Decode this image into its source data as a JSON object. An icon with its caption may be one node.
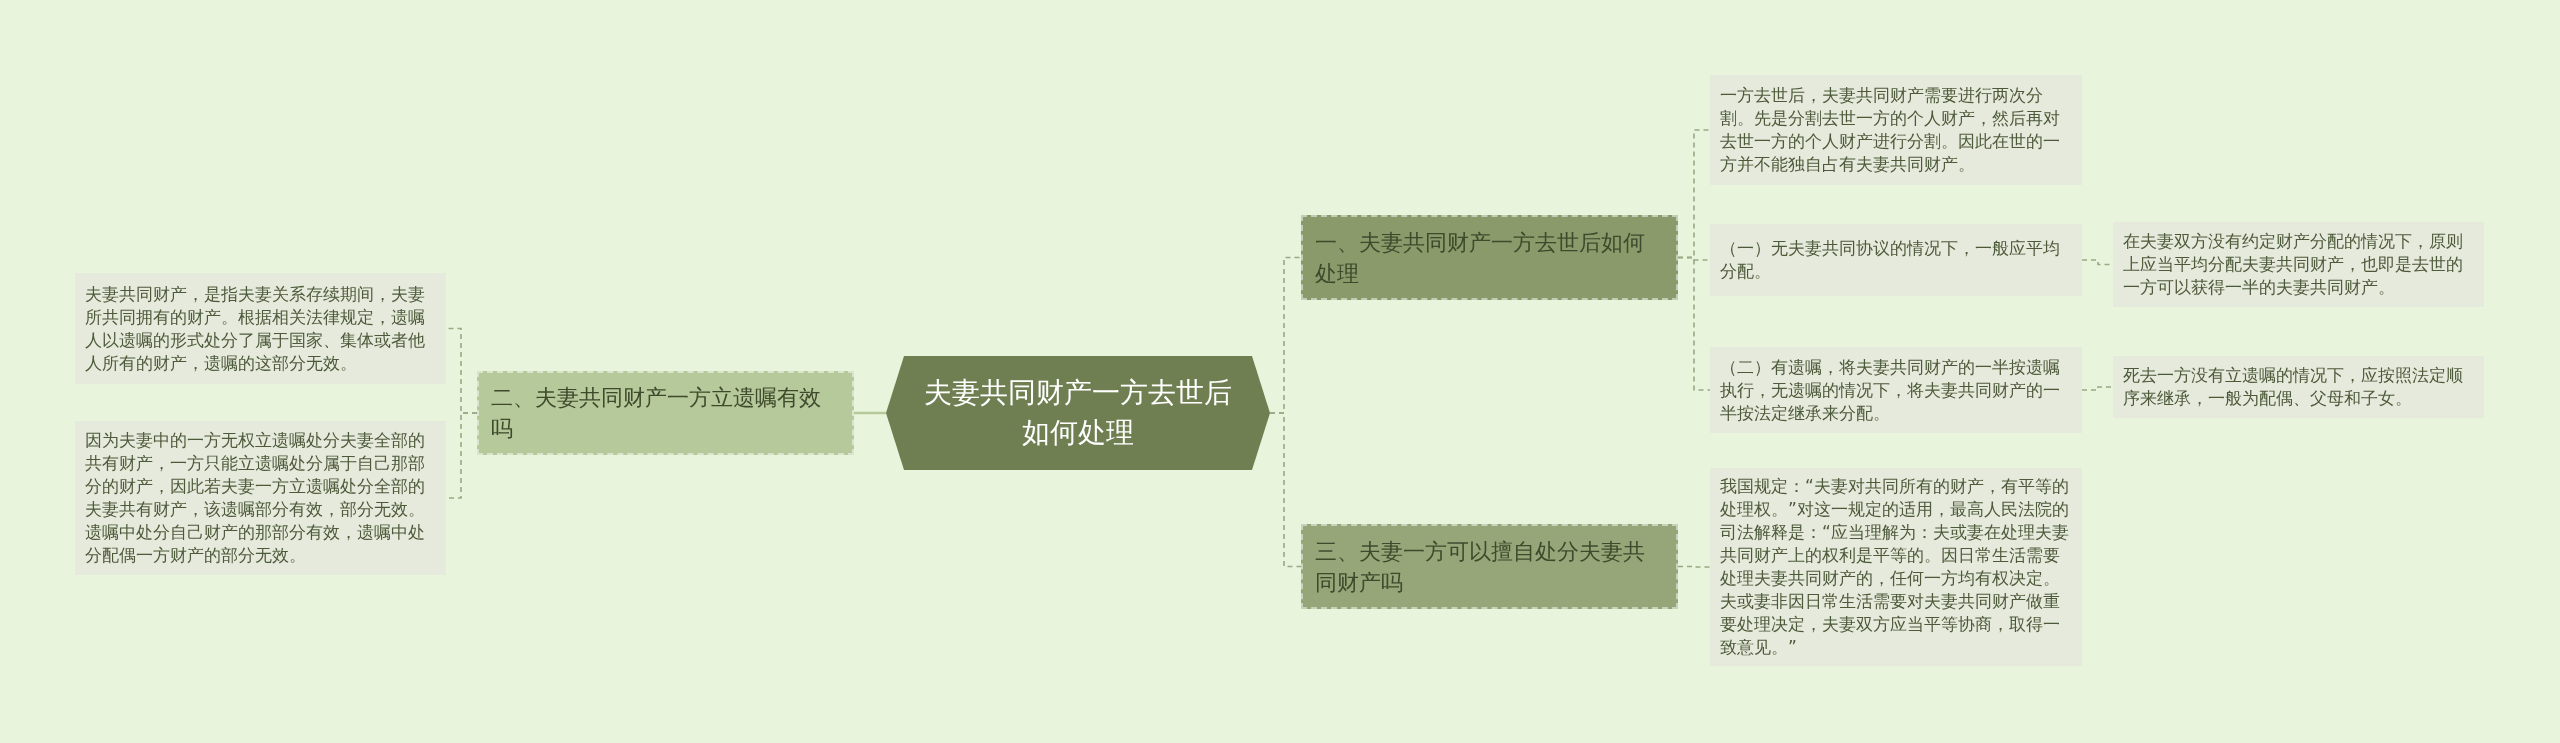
{
  "diagram": {
    "nodes": [
      {
        "text": [
          "夫妻共同财产一方去世后如何处理"
        ]
      },
      {
        "text": [
          "一、夫妻共同财产一方去世后如何处理"
        ]
      },
      {
        "text": [
          "一方去世后，夫妻共同财产需要进行两次分割。先是分割去世一方的个人财产，然后再对去世一方的个人财产进行分割。因此在世的一方并不能独自占有夫妻共同财产。"
        ]
      },
      {
        "text": [
          "（一）无夫妻共同协议的情况下，一般应平均分配。"
        ]
      },
      {
        "text": [
          "在夫妻双方没有约定财产分配的情况下，原则上应当平均分配夫妻共同财产，也即是去世的一方可以获得一半的夫妻共同财产。"
        ]
      },
      {
        "text": [
          "（二）有遗嘱，将夫妻共同财产的一半按遗嘱执行，无遗嘱的情况下，将夫妻共同财产的一半按法定继承来分配。"
        ]
      },
      {
        "text": [
          "死去一方没有立遗嘱的情况下，应按照法定顺序来继承，一般为配偶、父母和子女。"
        ]
      },
      {
        "text": [
          "二、夫妻共同财产一方立遗嘱有效吗"
        ]
      },
      {
        "text": [
          "夫妻共同财产，是指夫妻关系存续期间，夫妻所共同拥有的财产。根据相关法律规定，遗嘱人以遗嘱的形式处分了属于国家、集体或者他人所有的财产，遗嘱的这部分无效。"
        ]
      },
      {
        "text": [
          "因为夫妻中的一方无权立遗嘱处分夫妻全部的共有财产，一方只能立遗嘱处分属于自己那部分的财产，因此若夫妻一方立遗嘱处分全部的夫妻共有财产，该遗嘱部分有效，部分无效。遗嘱中处分自己财产的那部分有效，遗嘱中处分配偶一方财产的部分无效。"
        ]
      },
      {
        "text": [
          "三、夫妻一方可以擅自处分夫妻共同财产吗"
        ]
      },
      {
        "text": [
          "我国规定：“夫妻对共同所有的财产，有平等的处理权。”对这一规定的适用，最高人民法院的司法解释是：“应当理解为：夫或妻在处理夫妻共同财产上的权利是平等的。因日常生活需要处理夫妻共同财产的，任何一方均有权决定。夫或妻非因日常生活需要对夫妻共同财产做重要处理决定，夫妻双方应当平等协商，取得一致意见。”"
        ]
      }
    ],
    "edges": [
      {
        "from": 0,
        "to": 1,
        "arrow": "none",
        "style": "dashed"
      },
      {
        "from": 1,
        "to": 2,
        "arrow": "none",
        "style": "dashed"
      },
      {
        "from": 1,
        "to": 3,
        "arrow": "none",
        "style": "dashed"
      },
      {
        "from": 3,
        "to": 4,
        "arrow": "none",
        "style": "dashed"
      },
      {
        "from": 1,
        "to": 5,
        "arrow": "none",
        "style": "dashed"
      },
      {
        "from": 5,
        "to": 6,
        "arrow": "none",
        "style": "dashed"
      },
      {
        "from": 0,
        "to": 7,
        "arrow": "none",
        "color": "#b5c99a"
      },
      {
        "from": 7,
        "to": 8,
        "arrow": "none",
        "style": "dashed"
      },
      {
        "from": 7,
        "to": 9,
        "arrow": "none",
        "style": "dashed"
      },
      {
        "from": 0,
        "to": 10,
        "arrow": "none",
        "style": "dashed"
      },
      {
        "from": 10,
        "to": 11,
        "arrow": "none",
        "style": "dashed"
      }
    ]
  }
}
